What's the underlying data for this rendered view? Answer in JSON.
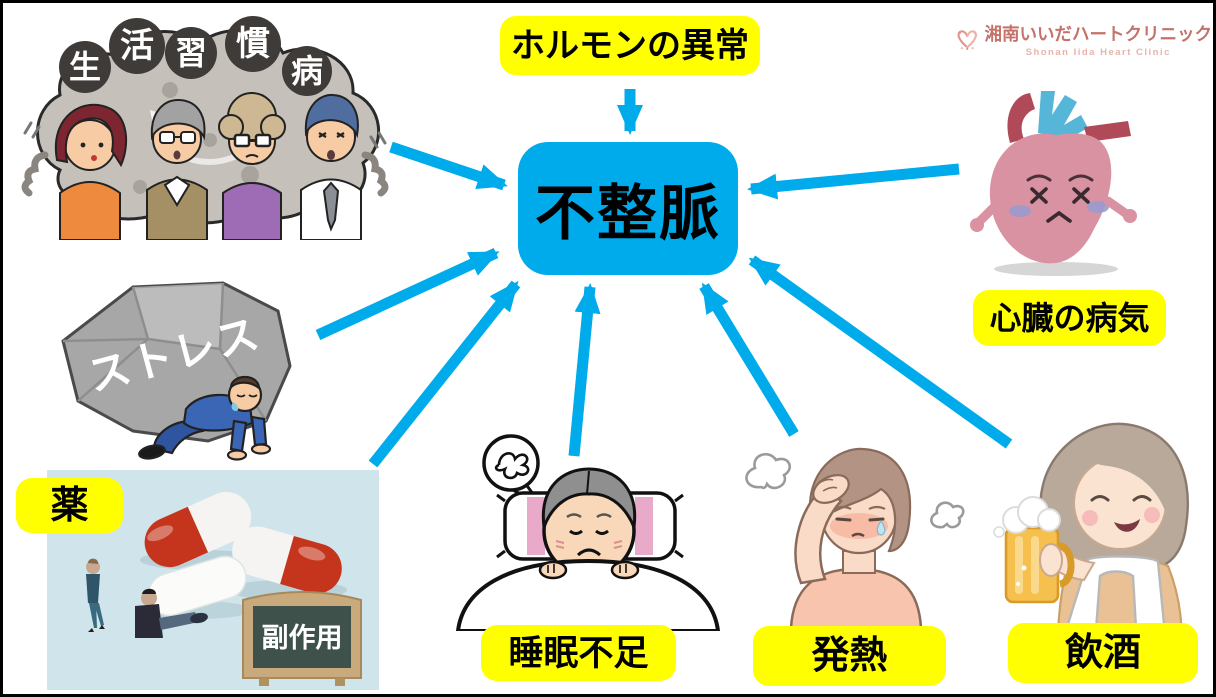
{
  "colors": {
    "accent_blue": "#00ABEB",
    "label_yellow": "#FFFF00",
    "logo_pink": "#C4726A",
    "chalkboard_green": "#3E524B"
  },
  "center": {
    "label": "不整脈"
  },
  "causes": {
    "hormone": "ホルモンの異常",
    "heart_disease": "心臓の病気",
    "sleep": "睡眠不足",
    "fever": "発熱",
    "alcohol": "飲酒",
    "medicine": "薬",
    "side_effect": "副作用"
  },
  "illustrations": {
    "lifestyle": {
      "chars": [
        "生",
        "活",
        "習",
        "慣",
        "病"
      ]
    },
    "stress": {
      "text": "ストレス"
    }
  },
  "logo": {
    "name_jp": "湘南いいだハートクリニック",
    "name_en": "Shonan Iida Heart Clinic"
  }
}
